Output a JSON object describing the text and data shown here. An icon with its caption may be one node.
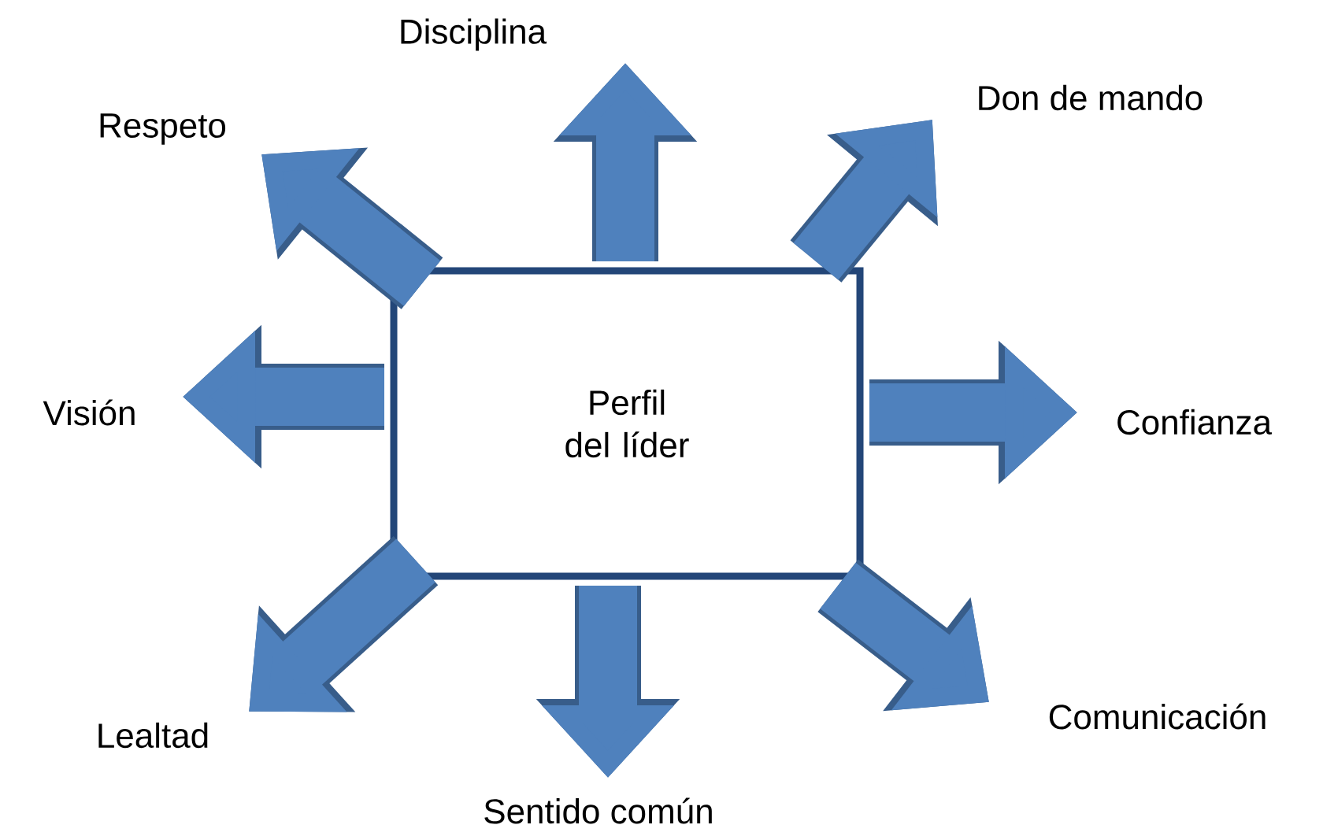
{
  "diagram": {
    "nodes": [
      {
        "text": [
          "Perfil del líder"
        ]
      },
      {
        "text": [
          "Disciplina"
        ]
      },
      {
        "text": [
          "Don de mando"
        ]
      },
      {
        "text": [
          "Respeto"
        ]
      },
      {
        "text": [
          "Visión"
        ]
      },
      {
        "text": [
          "Confianza"
        ]
      },
      {
        "text": [
          "Lealtad"
        ]
      },
      {
        "text": [
          "Comunicación"
        ]
      },
      {
        "text": [
          "Sentido común"
        ]
      }
    ],
    "edges": [
      {
        "from": 0,
        "to": 1,
        "arrow": "to"
      },
      {
        "from": 0,
        "to": 2,
        "arrow": "to"
      },
      {
        "from": 0,
        "to": 3,
        "arrow": "to"
      },
      {
        "from": 0,
        "to": 4,
        "arrow": "to"
      },
      {
        "from": 0,
        "to": 5,
        "arrow": "to"
      },
      {
        "from": 0,
        "to": 6,
        "arrow": "to"
      },
      {
        "from": 0,
        "to": 7,
        "arrow": "to"
      },
      {
        "from": 0,
        "to": 8,
        "arrow": "to"
      }
    ]
  }
}
